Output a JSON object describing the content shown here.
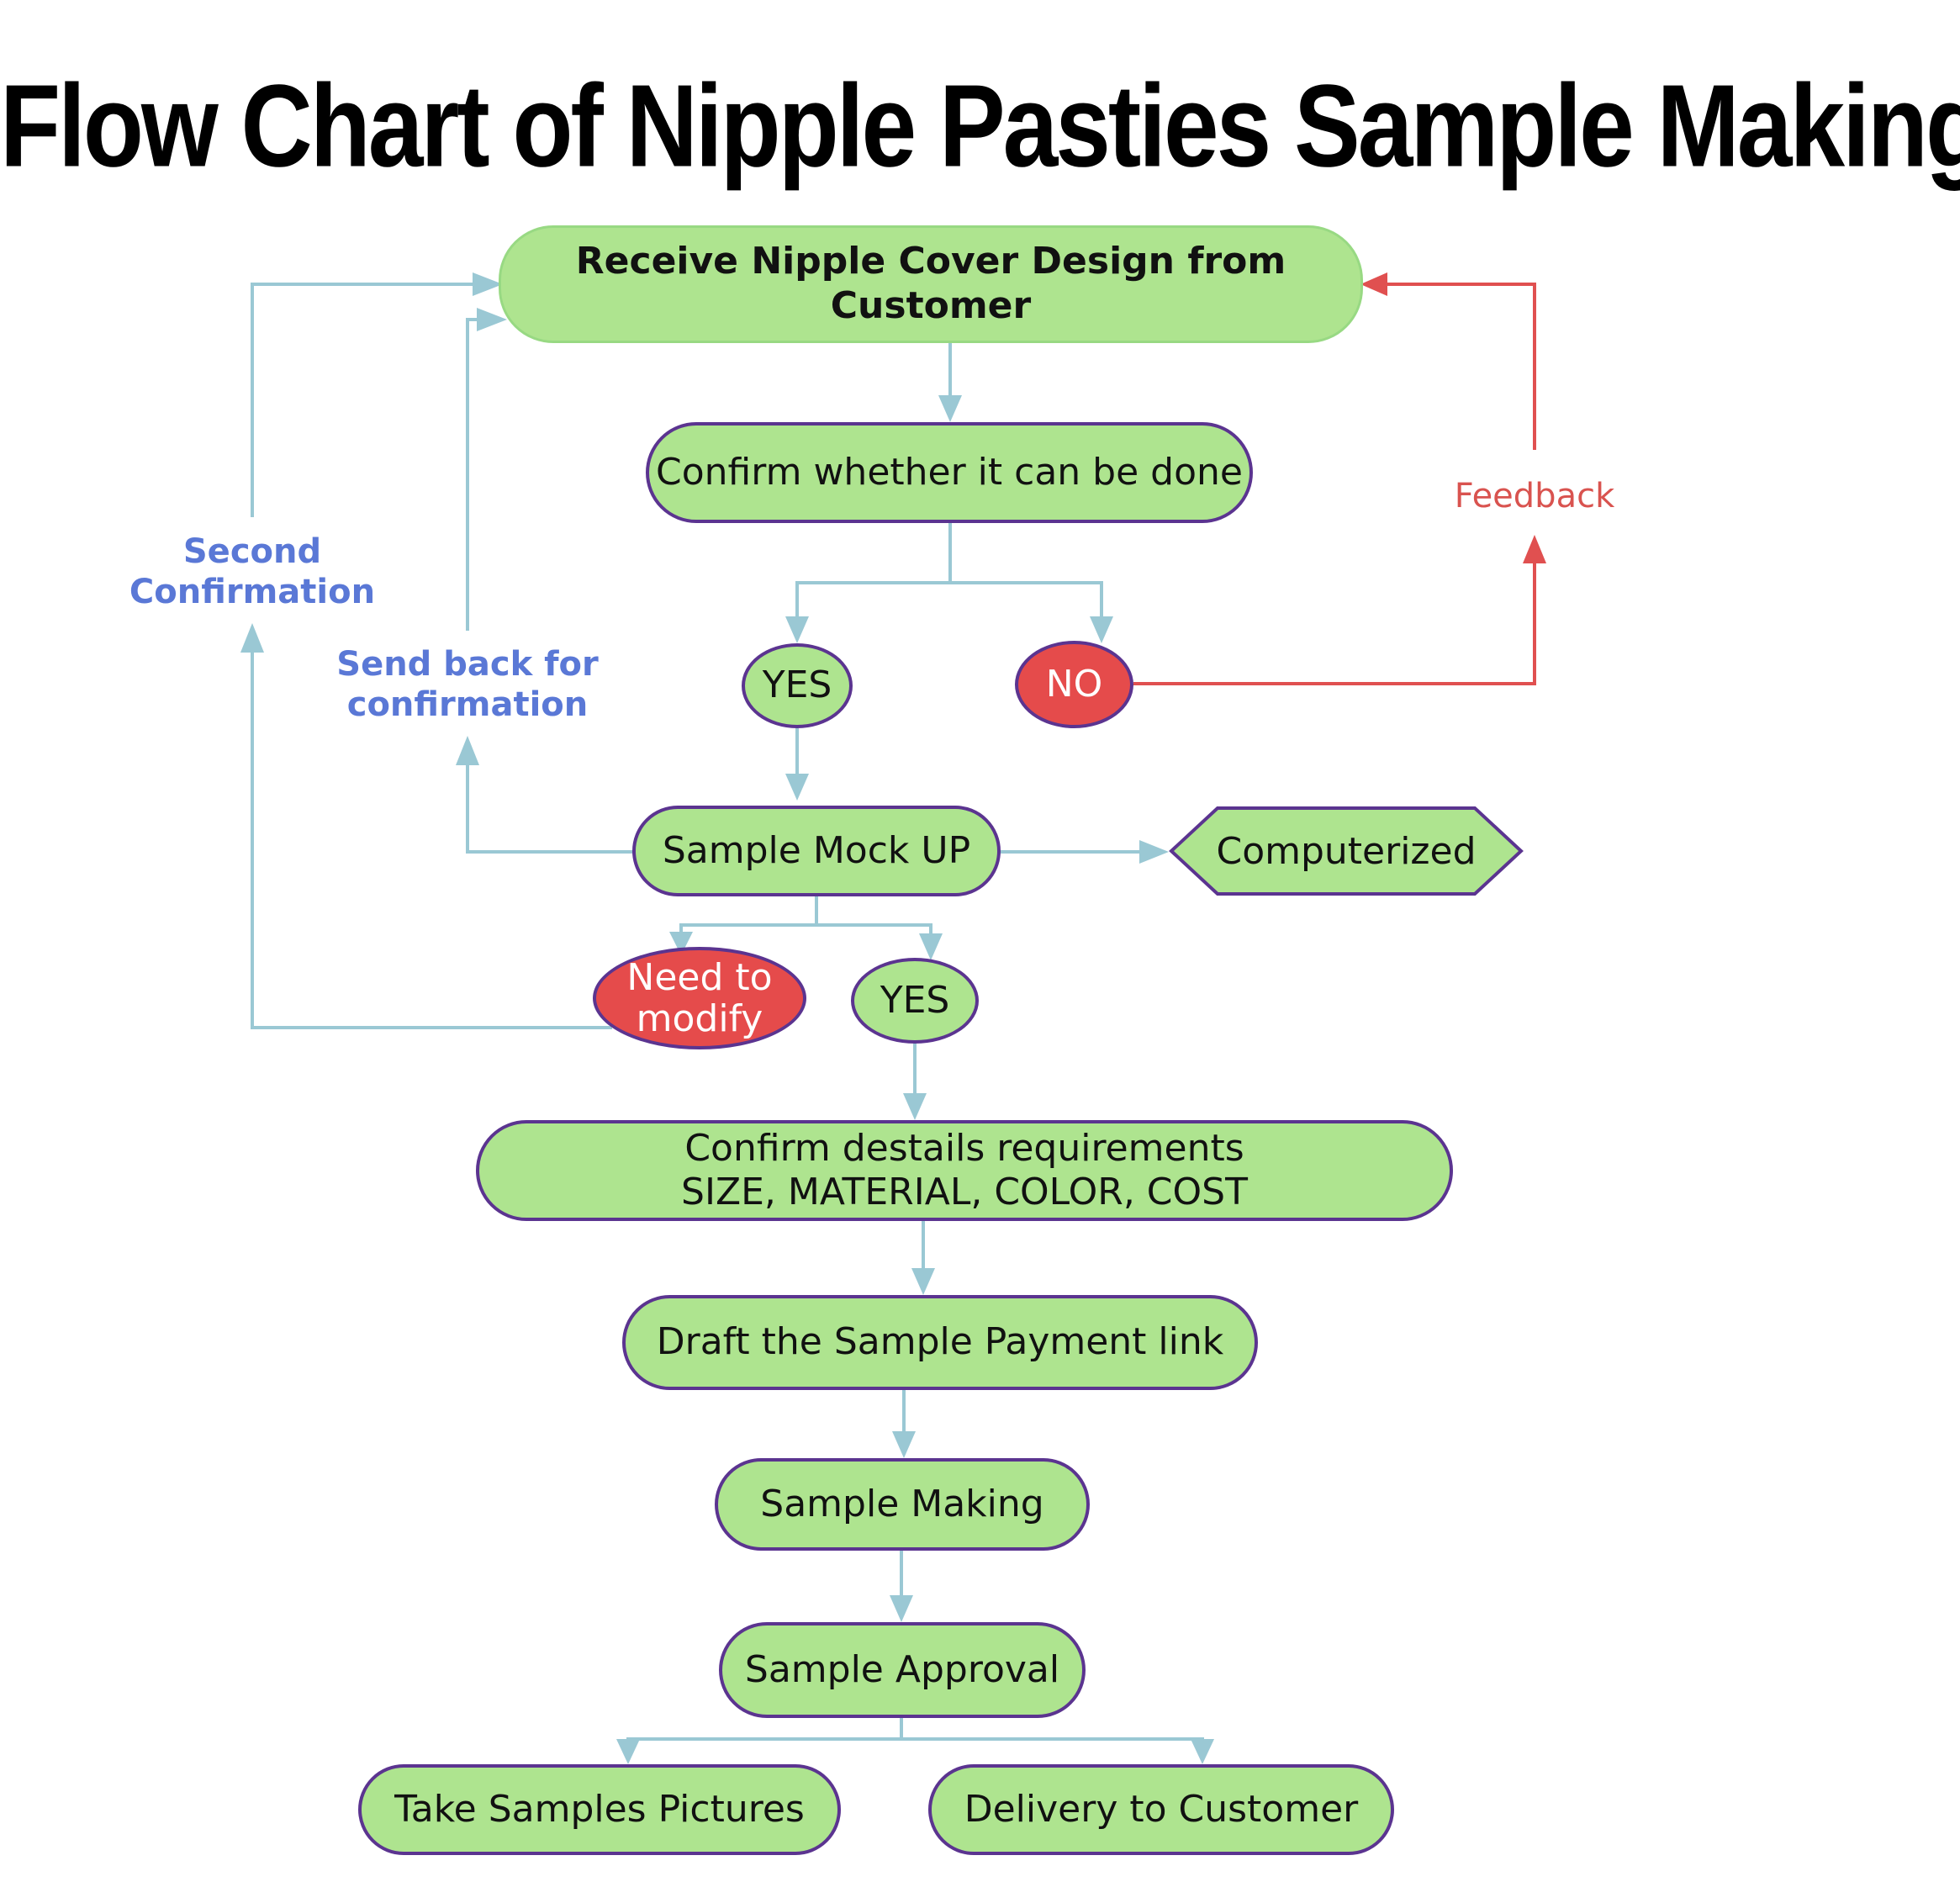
{
  "title": "Flow Chart of Nipple Pasties Sample Making",
  "colors": {
    "node_fill": "#aee48f",
    "node_border": "#5b3490",
    "reject_fill": "#e54b4b",
    "flow_edge": "#9ac8d4",
    "feedback_edge": "#e05050",
    "label_blue": "#5a78d6",
    "label_red": "#d9534f"
  },
  "nodes": {
    "receive": "Receive Nipple Cover Design from Customer",
    "confirm_done": "Confirm whether it can be done",
    "yes_1": "YES",
    "no": "NO",
    "mock_up": "Sample Mock UP",
    "computerized": "Computerized",
    "need_modify": "Need to\nmodify",
    "yes_2": "YES",
    "confirm_details_line1": "Confirm destails requirements",
    "confirm_details_line2": "SIZE, MATERIAL, COLOR, COST",
    "payment_link": "Draft the Sample Payment link",
    "sample_making": "Sample Making",
    "sample_approval": "Sample Approval",
    "take_pictures": "Take Samples Pictures",
    "delivery": "Delivery to Customer"
  },
  "edge_labels": {
    "feedback": "Feedback",
    "second_confirmation": "Second\nConfirmation",
    "send_back": "Send back for\nconfirmation"
  }
}
